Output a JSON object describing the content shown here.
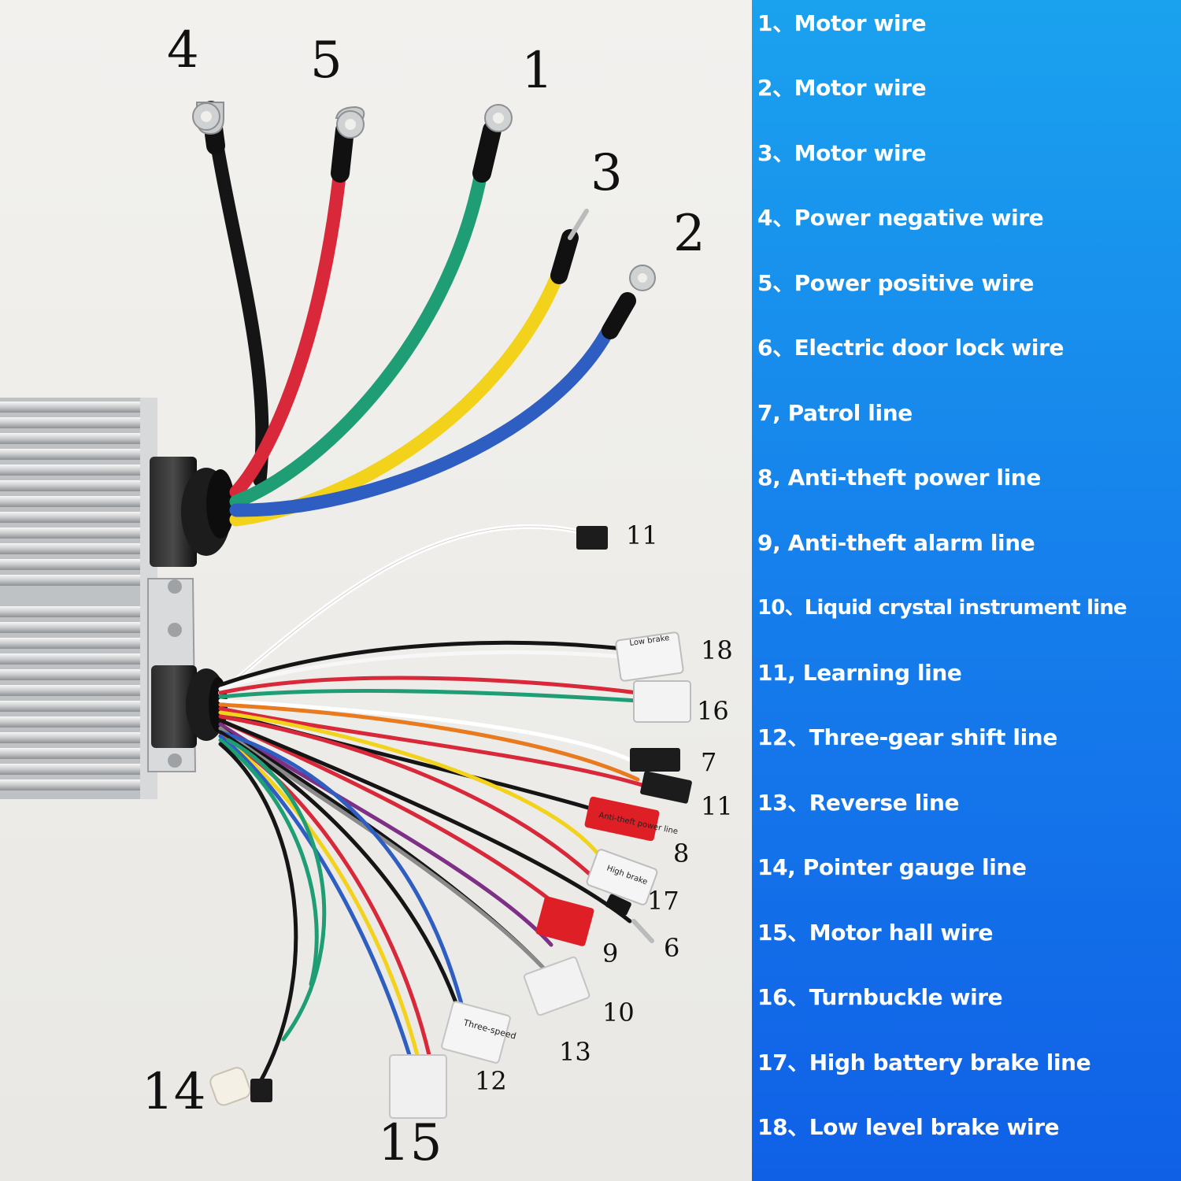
{
  "callouts": {
    "n1": "1",
    "n2": "2",
    "n3": "3",
    "n4": "4",
    "n5": "5",
    "n6": "6",
    "n7": "7",
    "n8": "8",
    "n9": "9",
    "n10": "10",
    "n11a": "11",
    "n11b": "11",
    "n12": "12",
    "n13": "13",
    "n14": "14",
    "n15": "15",
    "n16": "16",
    "n17": "17",
    "n18": "18"
  },
  "connector_labels": {
    "low_brake": "Low brake",
    "high_brake": "High brake",
    "anti_theft": "Anti-theft power line",
    "three_speed": "Three-speed"
  },
  "legend": [
    "1、Motor wire",
    "2、Motor wire",
    "3、Motor wire",
    "4、Power negative wire",
    "5、Power positive wire",
    "6、Electric door lock wire",
    "7, Patrol line",
    "8, Anti-theft power line",
    "9, Anti-theft alarm line",
    "10、Liquid crystal instrument line",
    "11, Learning line",
    "12、Three-gear shift line",
    "13、Reverse line",
    "14, Pointer gauge line",
    "15、Motor hall wire",
    "16、Turnbuckle wire",
    "17、High battery brake line",
    "18、Low level brake wire"
  ],
  "colors": {
    "panel_top": "#1aa2ee",
    "panel_bottom": "#1060e6",
    "wire_black": "#151515",
    "wire_red": "#d8283a",
    "wire_green": "#1f9e76",
    "wire_yellow": "#f3d21c",
    "wire_blue": "#2f5ec2"
  }
}
